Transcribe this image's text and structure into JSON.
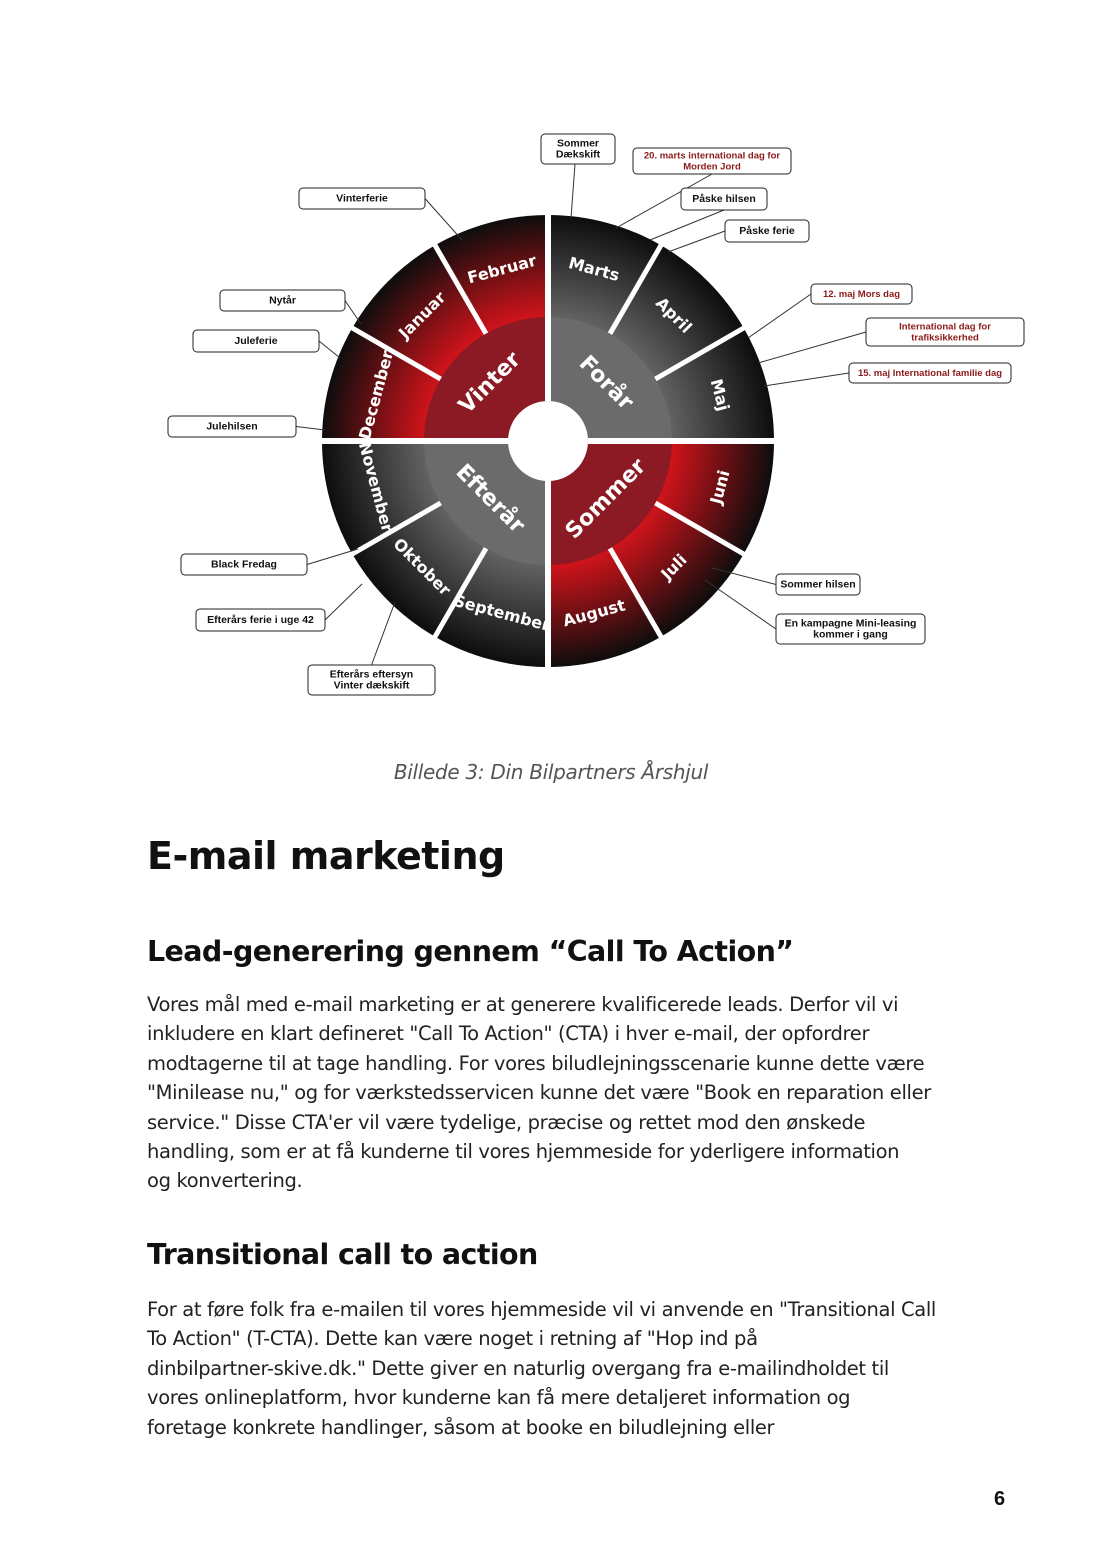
{
  "wheel": {
    "seasons": [
      {
        "label": "Vinter",
        "color": "#8b1a24"
      },
      {
        "label": "Forår",
        "color": "#6b6b6b"
      },
      {
        "label": "Sommer",
        "color": "#8b1a24"
      },
      {
        "label": "Efterår",
        "color": "#6b6b6b"
      }
    ],
    "months": [
      {
        "label": "December",
        "season": 0
      },
      {
        "label": "Januar",
        "season": 0
      },
      {
        "label": "Februar",
        "season": 0
      },
      {
        "label": "Marts",
        "season": 1
      },
      {
        "label": "April",
        "season": 1
      },
      {
        "label": "Maj",
        "season": 1
      },
      {
        "label": "Juni",
        "season": 2
      },
      {
        "label": "Juli",
        "season": 2
      },
      {
        "label": "August",
        "season": 2
      },
      {
        "label": "September",
        "season": 3
      },
      {
        "label": "Oktober",
        "season": 3
      },
      {
        "label": "November",
        "season": 3
      }
    ],
    "events": [
      {
        "text": "Sommer\nDækskift",
        "highlight": false
      },
      {
        "text": "20. marts international dag for\nMorden Jord",
        "highlight": true
      },
      {
        "text": "Påske hilsen",
        "highlight": false
      },
      {
        "text": "Påske ferie",
        "highlight": false
      },
      {
        "text": "12. maj Mors dag",
        "highlight": true
      },
      {
        "text": "International dag for\ntrafiksikkerhed",
        "highlight": true
      },
      {
        "text": "15. maj International familie dag",
        "highlight": true
      },
      {
        "text": "Vinterferie",
        "highlight": false
      },
      {
        "text": "Nytår",
        "highlight": false
      },
      {
        "text": "Juleferie",
        "highlight": false
      },
      {
        "text": "Julehilsen",
        "highlight": false
      },
      {
        "text": "Black Fredag",
        "highlight": false
      },
      {
        "text": "Efterårs ferie i uge 42",
        "highlight": false
      },
      {
        "text": "Efterårs eftersyn\nVinter dækskift",
        "highlight": false
      },
      {
        "text": "Sommer hilsen",
        "highlight": false
      },
      {
        "text": "En kampagne Mini-leasing\nkommer i gang",
        "highlight": false
      }
    ],
    "colors": {
      "red": "#e5141c",
      "black": "#0d0d0d",
      "gray": "#6b6b6b",
      "highlight_text": "#8b1a1a"
    }
  },
  "caption": "Billede 3: Din Bilpartners Årshjul",
  "heading1": "E-mail marketing",
  "section1": {
    "heading": "Lead-generering gennem “Call To Action”",
    "lines": [
      "Vores mål med e-mail marketing er at generere kvalificerede leads. Derfor vil vi",
      "inkludere en klart defineret \"Call To Action\" (CTA) i hver e-mail, der opfordrer",
      "modtagerne til at tage handling. For vores biludlejningsscenarie kunne dette være",
      "\"Minilease nu,\" og for værkstedsservicen kunne det være \"Book en reparation eller",
      "service.\" Disse CTA'er vil være tydelige, præcise og rettet mod den ønskede",
      "handling, som er at få kunderne til vores hjemmeside for yderligere information",
      "og konvertering."
    ]
  },
  "section2": {
    "heading": "Transitional call to action",
    "lines": [
      "For at føre folk fra e-mailen til vores hjemmeside vil vi anvende en \"Transitional Call",
      "To Action\" (T-CTA). Dette kan være noget i retning af \"Hop ind på",
      "dinbilpartner-skive.dk.\" Dette giver en naturlig overgang fra e-mailindholdet til",
      "vores onlineplatform, hvor kunderne kan få mere detaljeret information og",
      "foretage konkrete handlinger, såsom at booke en biludlejning eller"
    ]
  },
  "page_number": "6"
}
